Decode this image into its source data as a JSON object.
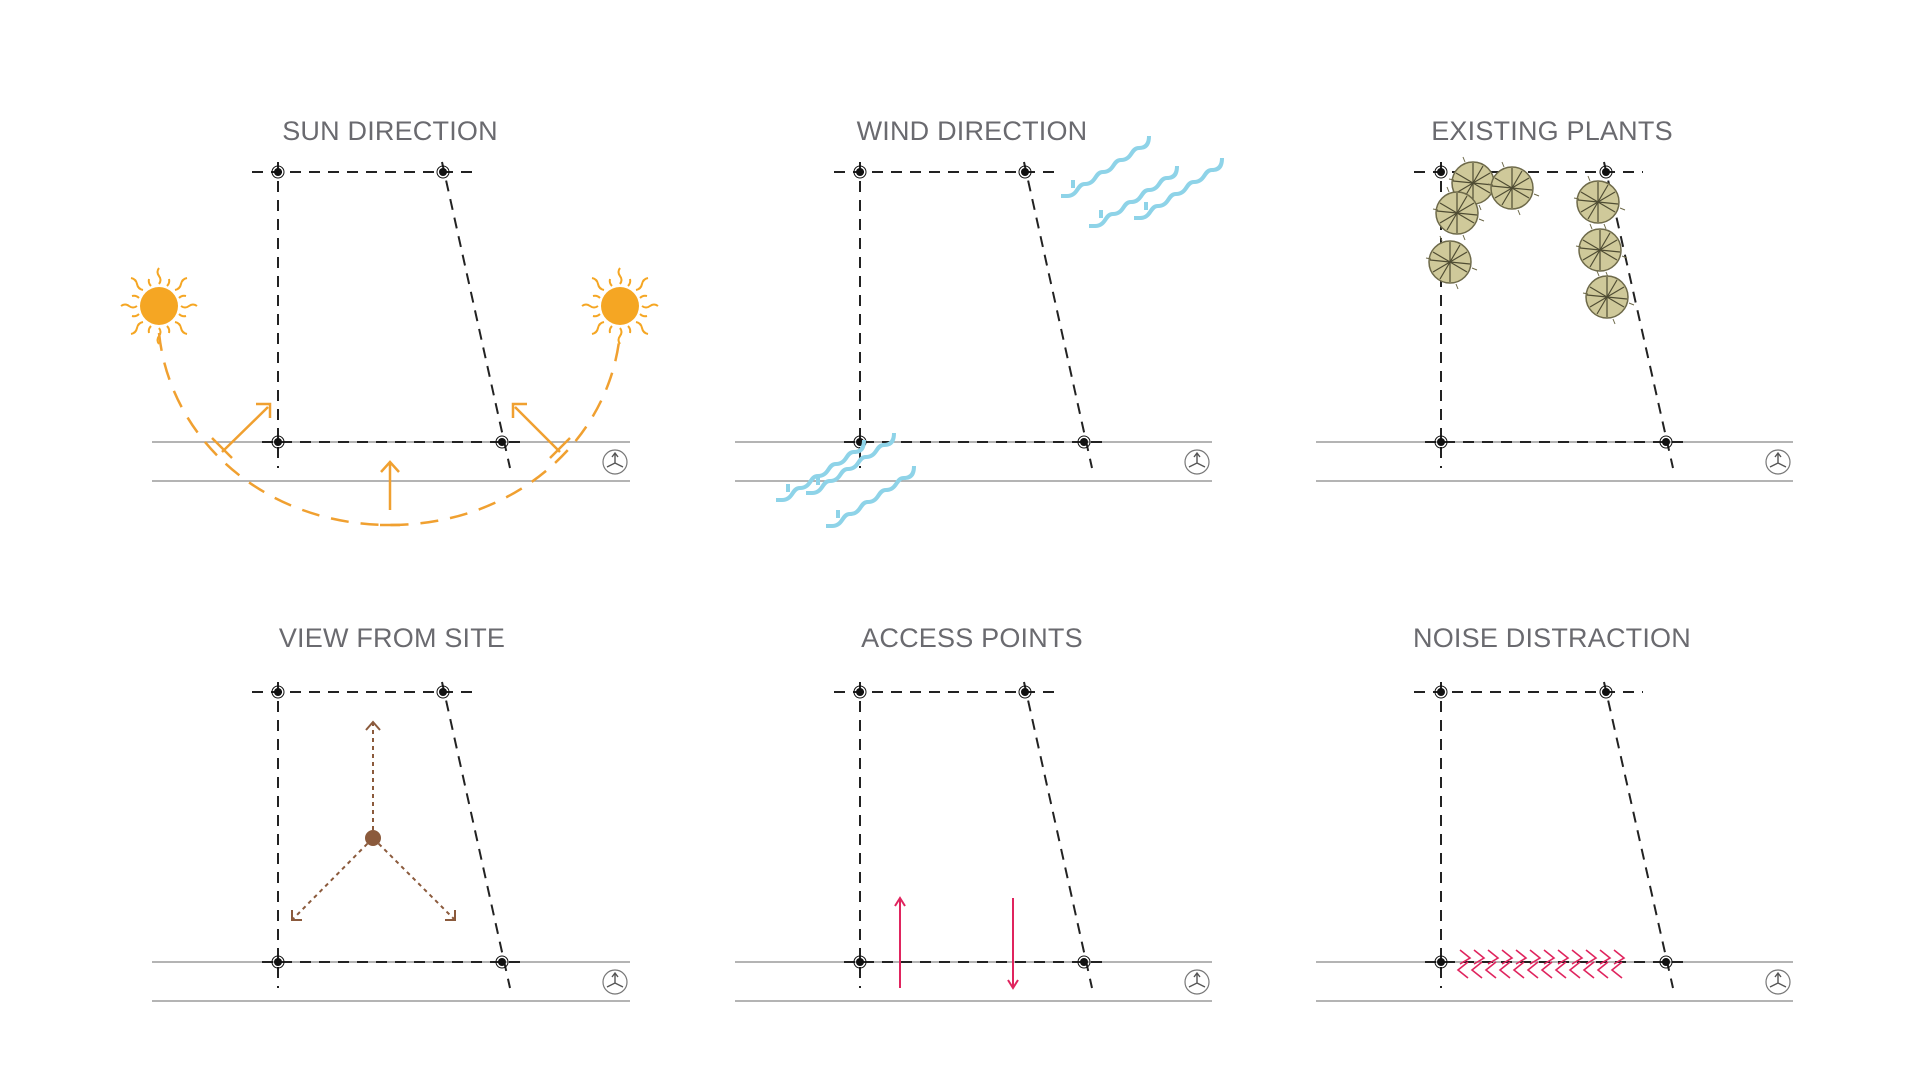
{
  "panels": [
    {
      "id": "sun",
      "title": "SUN DIRECTION"
    },
    {
      "id": "wind",
      "title": "WIND DIRECTION"
    },
    {
      "id": "plants",
      "title": "EXISTING PLANTS"
    },
    {
      "id": "view",
      "title": "VIEW FROM SITE"
    },
    {
      "id": "access",
      "title": "ACCESS POINTS"
    },
    {
      "id": "noise",
      "title": "NOISE DISTRACTION"
    }
  ],
  "colors": {
    "sun": "#F5A623",
    "sun_path": "#F0A030",
    "wind": "#8ED3E8",
    "plant_fill": "#CFC99A",
    "plant_stroke": "#6E6A4A",
    "view": "#8B5A3C",
    "access": "#E0245E",
    "noise": "#E0245E",
    "site_outline": "#222222",
    "road": "#9C9C9C",
    "title": "#6A6A6F"
  },
  "icons": {
    "north": "north-arrow-icon",
    "sun": "sun-icon",
    "wind": "wind-gust-icon",
    "plant": "tree-canopy-icon"
  }
}
